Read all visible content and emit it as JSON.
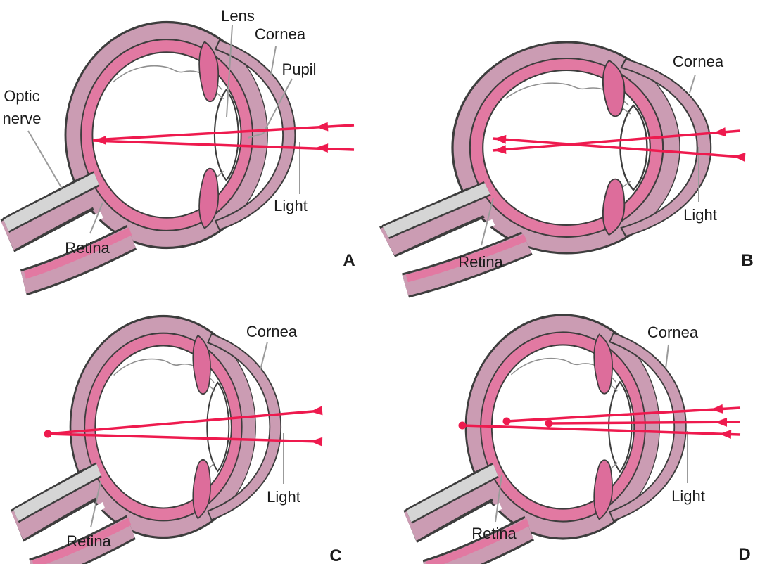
{
  "colors": {
    "sclera": "#cb9cb3",
    "choroid": "#e279a2",
    "iris": "#dd6d9b",
    "outline": "#3d3d3d",
    "nerve_core": "#d5d5d5",
    "ray": "#ee1a4e",
    "leader": "#9b9b9b",
    "text": "#1b1b1b",
    "background": "#ffffff"
  },
  "panels": [
    {
      "letter": "A",
      "labels": {
        "lens": "Lens",
        "cornea": "Cornea",
        "pupil": "Pupil",
        "optic_nerve_line1": "Optic",
        "optic_nerve_line2": "nerve",
        "retina": "Retina",
        "light": "Light"
      }
    },
    {
      "letter": "B",
      "labels": {
        "cornea": "Cornea",
        "retina": "Retina",
        "light": "Light"
      }
    },
    {
      "letter": "C",
      "labels": {
        "cornea": "Cornea",
        "retina": "Retina",
        "light": "Light"
      }
    },
    {
      "letter": "D",
      "labels": {
        "cornea": "Cornea",
        "retina": "Retina",
        "light": "Light"
      }
    }
  ]
}
